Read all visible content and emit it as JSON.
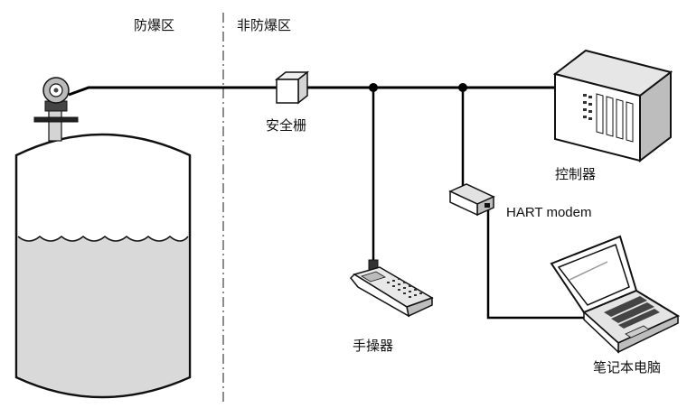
{
  "zones": {
    "hazardous": "防爆区",
    "safe": "非防爆区"
  },
  "devices": {
    "barrier": "安全栅",
    "controller": "控制器",
    "hart_modem": "HART modem",
    "handheld": "手操器",
    "laptop": "笔记本电脑"
  }
}
